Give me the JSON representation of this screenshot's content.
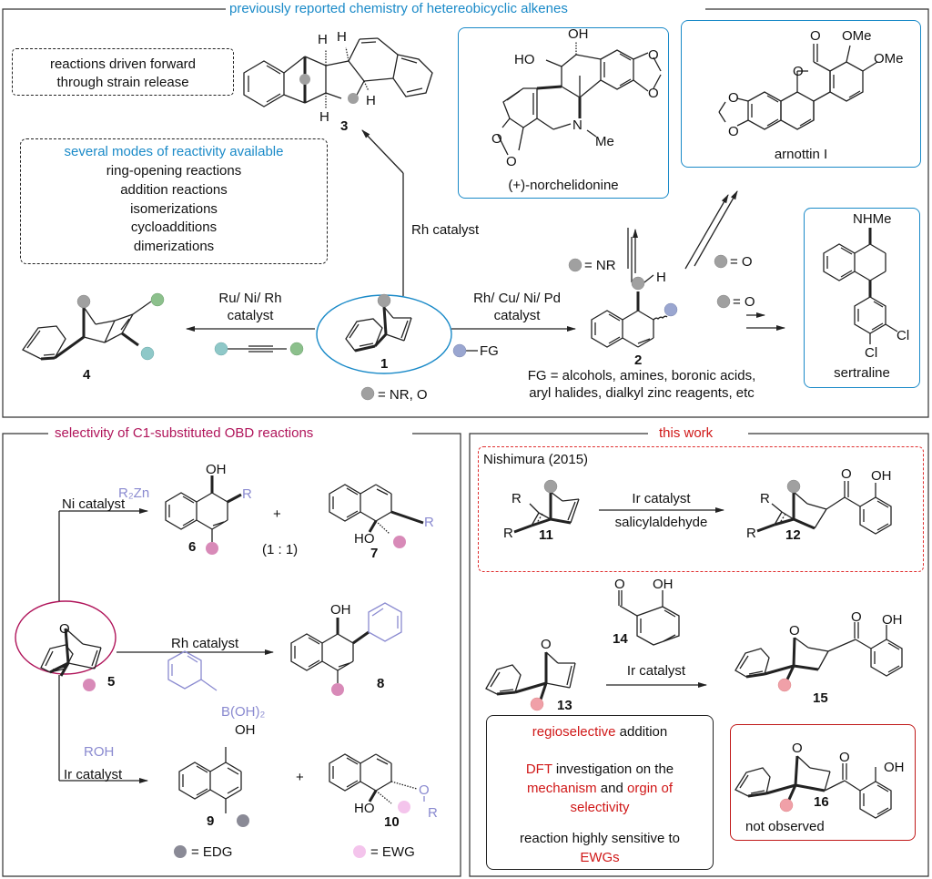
{
  "top_panel": {
    "title": "previously reported chemistry of hetereobicyclic alkenes",
    "strain_box": [
      "reactions driven forward",
      "through strain release"
    ],
    "modes_box": {
      "heading": "several modes of reactivity available",
      "items": [
        "ring-opening reactions",
        "addition reactions",
        "isomerizations",
        "cycloadditions",
        "dimerizations"
      ]
    },
    "compounds": {
      "c1": "1",
      "c2": "2",
      "c3": "3",
      "c4": "4"
    },
    "arrows": {
      "to3": "Rh catalyst",
      "to4_line1": "Ru/ Ni/ Rh",
      "to4_line2": "catalyst",
      "to2_line1": "Rh/ Cu/ Ni/ Pd",
      "to2_line2": "catalyst",
      "fg_label": "FG",
      "nr_label": "= NR",
      "o_label_arnottin": "= O",
      "o_label_sertraline": "= O"
    },
    "legend_x": "= NR, O",
    "fg_note": [
      "FG = alcohols, amines, boronic acids,",
      "aryl halides, dialkyl zinc reagents, etc"
    ],
    "natural_products": {
      "norchelidonine": {
        "name": "(+)-norchelidonine",
        "labels": {
          "oh": "OH",
          "ho": "HO",
          "n": "N",
          "me": "Me",
          "o1": "O",
          "o2": "O",
          "o3": "O",
          "o4": "O"
        }
      },
      "arnottin": {
        "name": "arnottin I",
        "labels": {
          "o_carbonyl": "O",
          "ome1": "OMe",
          "ome2": "OMe",
          "o_ring": "O",
          "o1": "O",
          "o2": "O"
        }
      },
      "sertraline": {
        "name": "sertraline",
        "labels": {
          "nhme": "NHMe",
          "cl1": "Cl",
          "cl2": "Cl"
        }
      }
    },
    "h_labels": {
      "h1": "H",
      "h2": "H",
      "h3": "H",
      "h4": "H",
      "h2c": "H"
    }
  },
  "left_panel": {
    "title": "selectivity of C1-substituted OBD reactions",
    "rxn1": {
      "reagent": "R₂Zn",
      "catalyst": "Ni catalyst",
      "ratio": "(1 : 1)",
      "plus": "+"
    },
    "rxn2": {
      "catalyst": "Rh catalyst",
      "boronic": "B(OH)₂"
    },
    "rxn3": {
      "reagent": "ROH",
      "catalyst": "Ir catalyst",
      "plus": "+"
    },
    "compounds": {
      "c5": "5",
      "c6": "6",
      "c7": "7",
      "c8": "8",
      "c9": "9",
      "c10": "10"
    },
    "labels": {
      "oh6": "OH",
      "r6": "R",
      "r7": "R",
      "ho7": "HO",
      "oh8": "OH",
      "oh9": "OH",
      "ho10": "HO",
      "o10": "O",
      "r10": "R",
      "o5": "O"
    },
    "legend": {
      "edg": "= EDG",
      "ewg": "= EWG"
    }
  },
  "right_panel": {
    "title": "this work",
    "nishimura": {
      "title": "Nishimura (2015)",
      "catalyst": "Ir catalyst",
      "reagent": "salicylaldehyde",
      "compounds": {
        "c11": "11",
        "c12": "12"
      },
      "labels": {
        "r1": "R",
        "r2": "R",
        "r3": "R",
        "r4": "R",
        "o": "O",
        "oh": "OH"
      }
    },
    "main_rxn": {
      "catalyst": "Ir catalyst",
      "compounds": {
        "c13": "13",
        "c14": "14",
        "c15": "15",
        "c16": "16"
      },
      "labels": {
        "o13": "O",
        "o14": "O",
        "oh14": "OH",
        "o15": "O",
        "o15k": "O",
        "oh15": "OH",
        "o16": "O",
        "o16k": "O",
        "oh16": "OH"
      }
    },
    "summary_box": {
      "line1_red": "regioselective",
      "line1_black": " addition",
      "line2_red": "DFT",
      "line2_black": " investigation on the",
      "line3_red1": "mechanism",
      "line3_black": " and ",
      "line3_red2": "orgin of",
      "line4_red": "selectivity",
      "line5": "reaction highly sensitive to",
      "line6_red": "EWGs"
    },
    "not_observed": "not observed"
  },
  "colors": {
    "blue": "#1a8ac8",
    "red": "#d01818",
    "magenta": "#b0145a",
    "gray_dot": "#a0a0a0",
    "teal_dot": "#8fc8c8",
    "green_dot": "#8cc08c",
    "blue_dot": "#9aa6d0",
    "pink_dot": "#d88ab8",
    "edg_dot": "#8a8a96",
    "ewg_dot": "#f4c4ec",
    "salmon_dot": "#f0a0a8"
  }
}
